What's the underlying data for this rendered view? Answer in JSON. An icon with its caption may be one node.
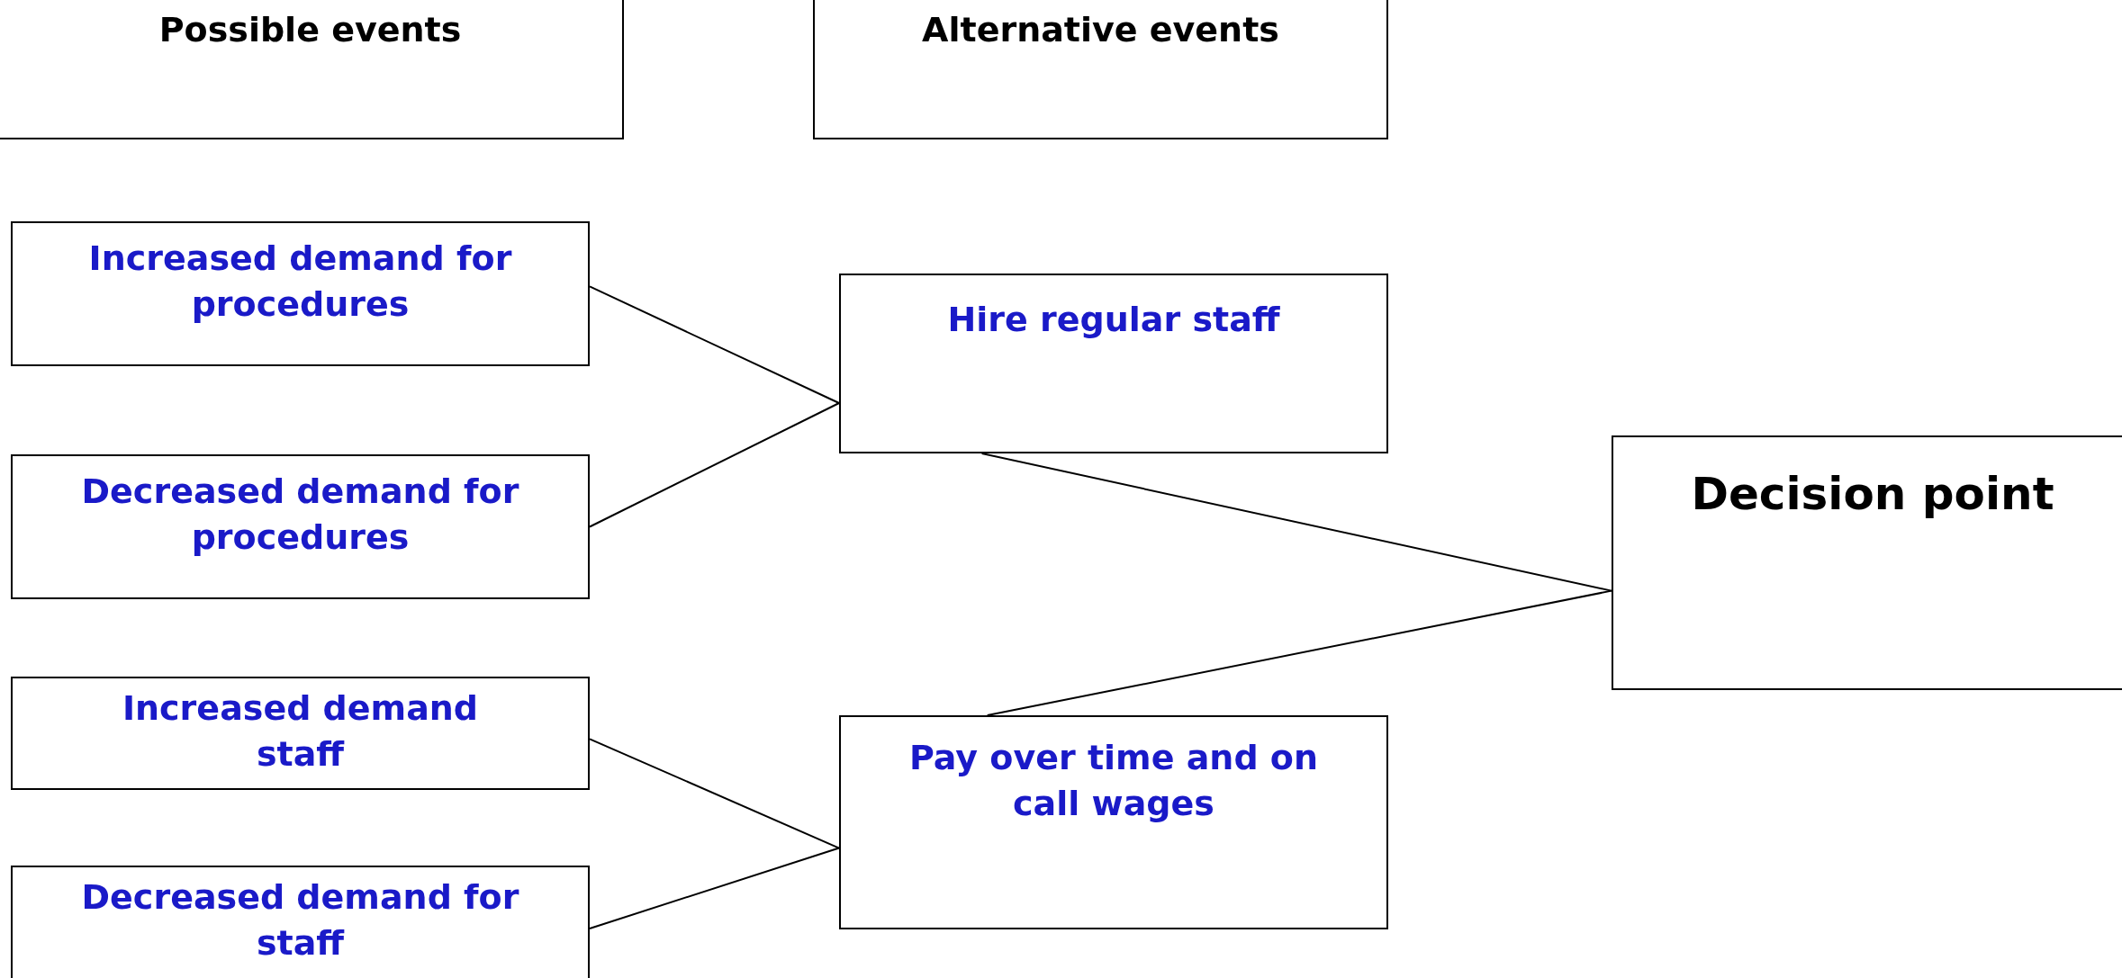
{
  "diagram": {
    "nodes": [
      {
        "text": [
          "Possible events"
        ]
      },
      {
        "text": [
          "Alternative events"
        ]
      },
      {
        "text": [
          "Increased demand for procedures"
        ]
      },
      {
        "text": [
          "Decreased demand for procedures"
        ]
      },
      {
        "text": [
          "Increased demand staff"
        ]
      },
      {
        "text": [
          "Decreased demand for staff"
        ]
      },
      {
        "text": [
          "Hire regular staff"
        ]
      },
      {
        "text": [
          "Pay over time and on call wages"
        ]
      },
      {
        "text": [
          "Decision point"
        ]
      }
    ],
    "edges": [
      {
        "from": 2,
        "to": 6,
        "arrow": "none"
      },
      {
        "from": 3,
        "to": 6,
        "arrow": "none"
      },
      {
        "from": 6,
        "to": 8,
        "arrow": "none"
      },
      {
        "from": 7,
        "to": 8,
        "arrow": "none"
      },
      {
        "from": 4,
        "to": 7,
        "arrow": "none"
      },
      {
        "from": 5,
        "to": 7,
        "arrow": "none"
      }
    ]
  }
}
